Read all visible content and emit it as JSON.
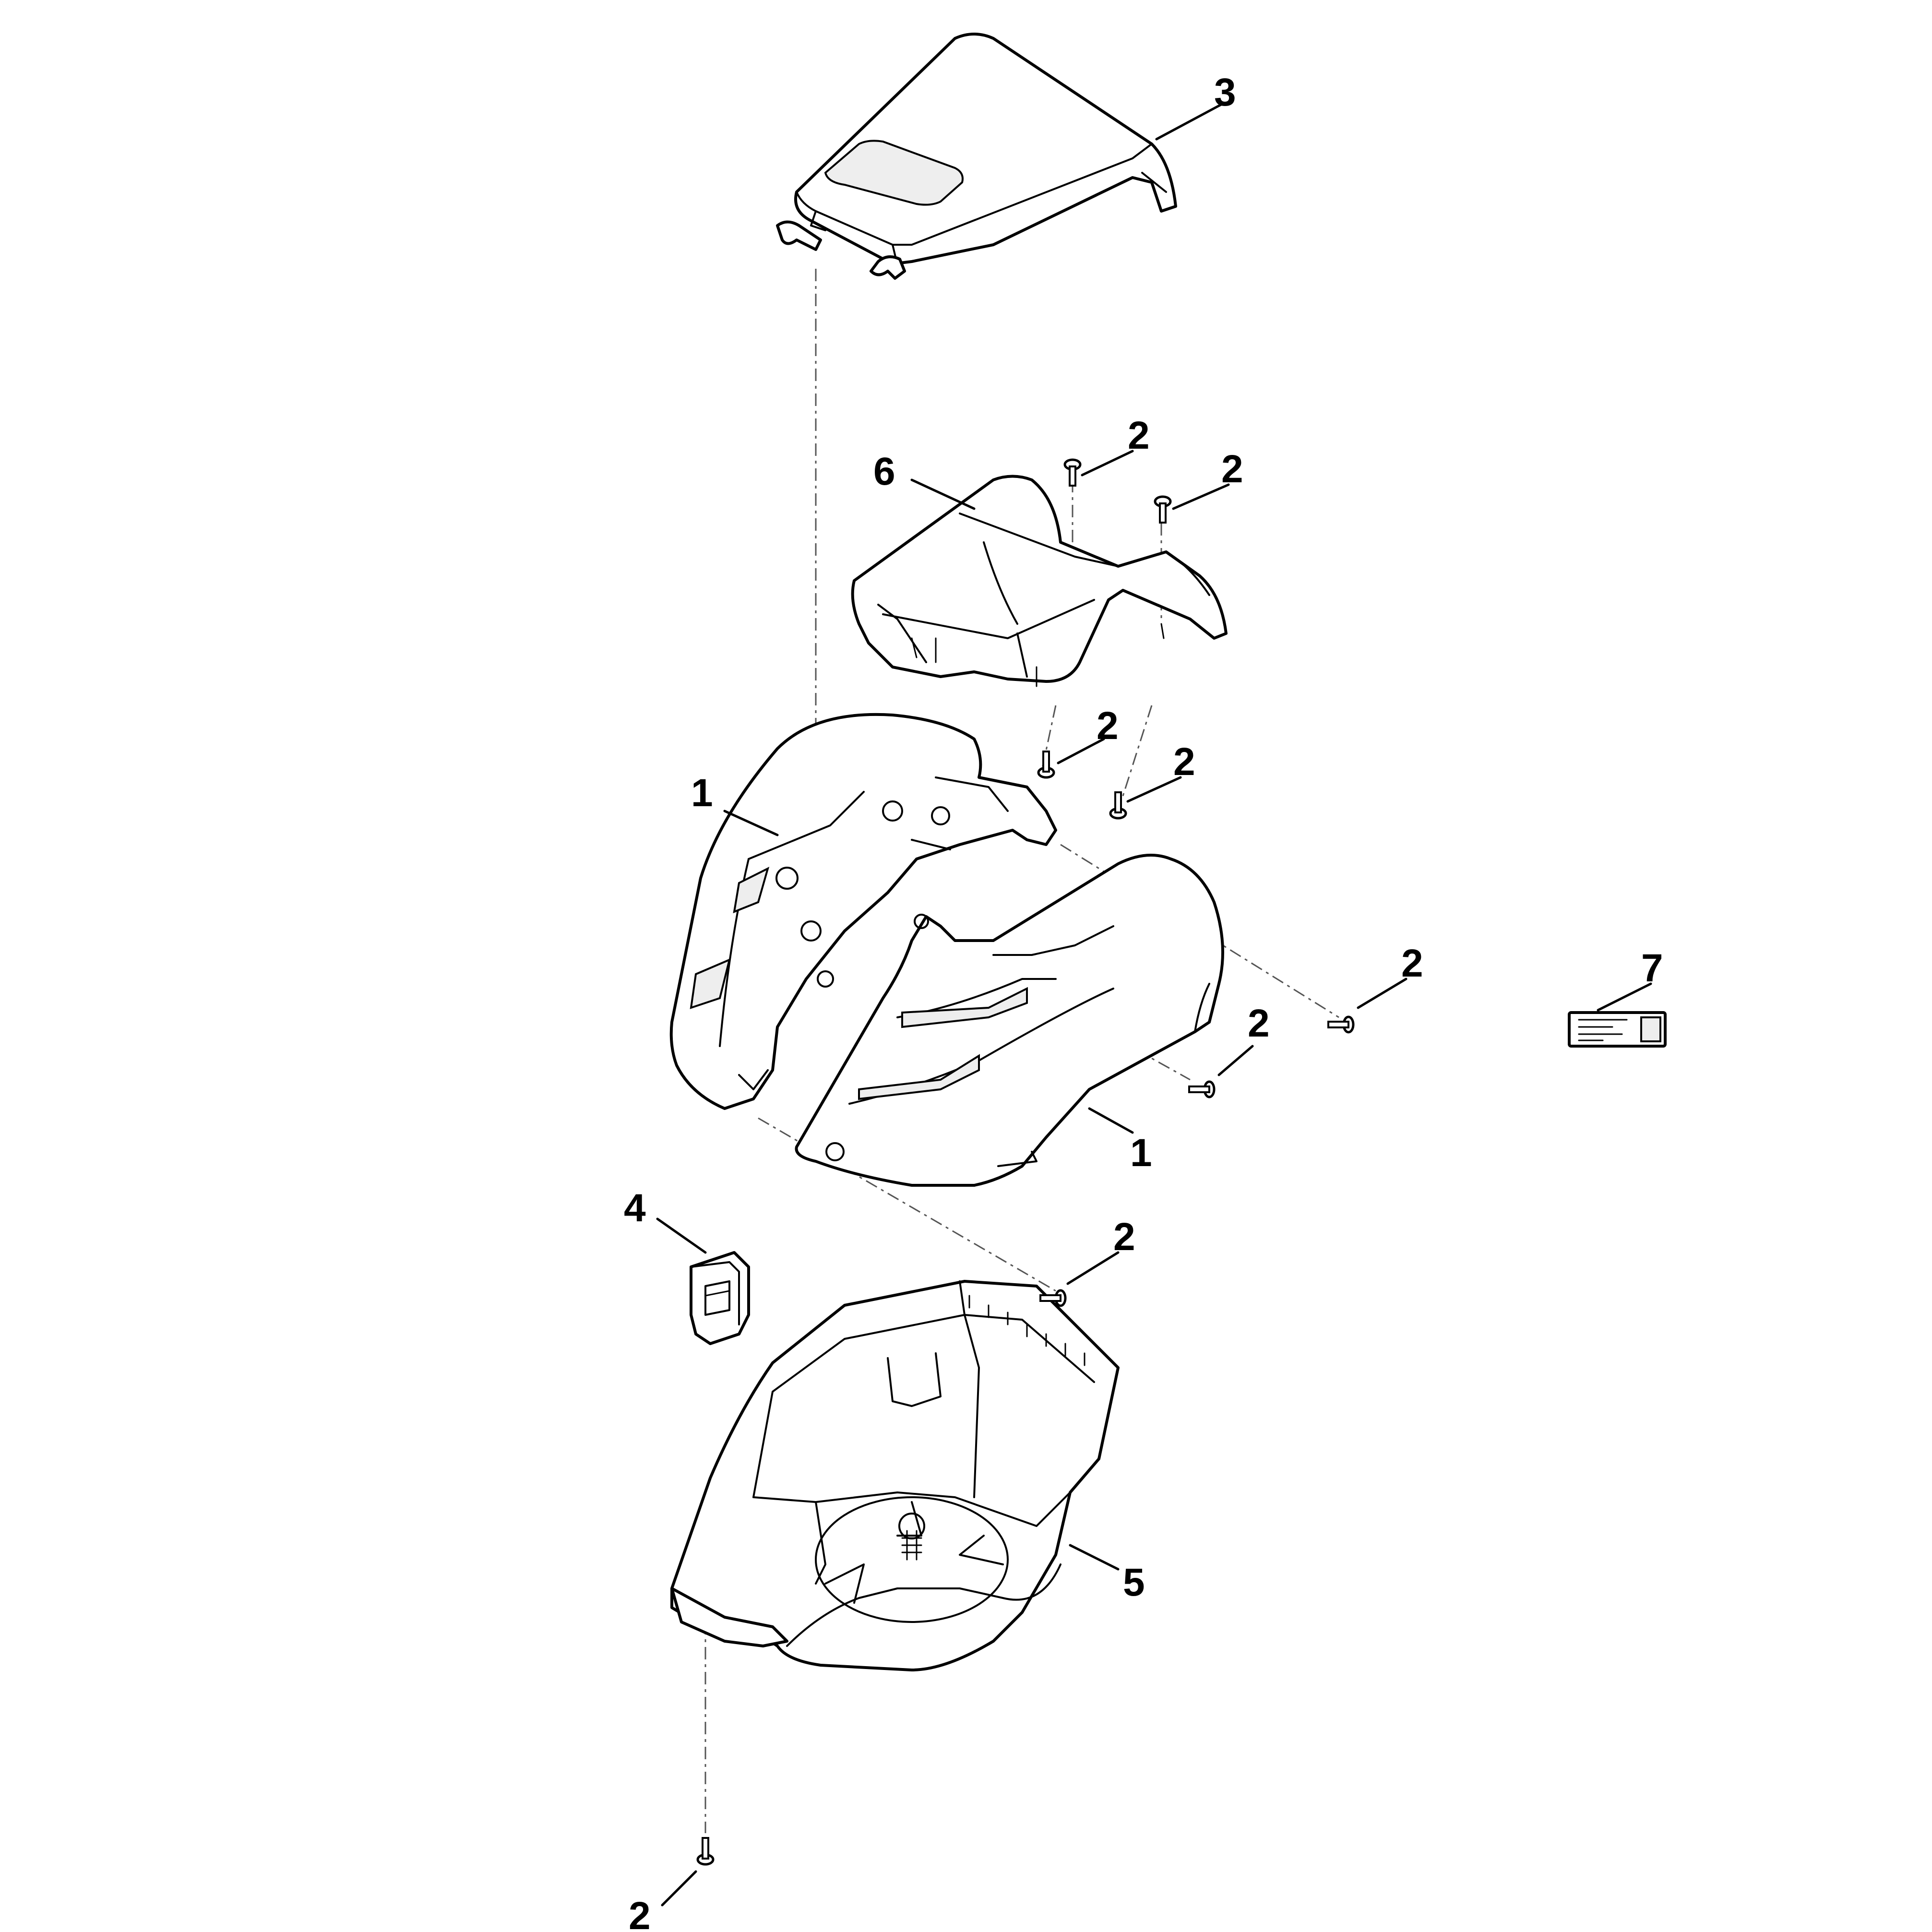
{
  "diagram": {
    "callouts": [
      {
        "id": "c3",
        "label": "3"
      },
      {
        "id": "c6",
        "label": "6"
      },
      {
        "id": "c2a",
        "label": "2"
      },
      {
        "id": "c2b",
        "label": "2"
      },
      {
        "id": "c2c",
        "label": "2"
      },
      {
        "id": "c2d",
        "label": "2"
      },
      {
        "id": "c1a",
        "label": "1"
      },
      {
        "id": "c2e",
        "label": "2"
      },
      {
        "id": "c7",
        "label": "7"
      },
      {
        "id": "c2f",
        "label": "2"
      },
      {
        "id": "c1b",
        "label": "1"
      },
      {
        "id": "c2g",
        "label": "2"
      },
      {
        "id": "c4",
        "label": "4"
      },
      {
        "id": "c5",
        "label": "5"
      },
      {
        "id": "c2h",
        "label": "2"
      }
    ]
  }
}
